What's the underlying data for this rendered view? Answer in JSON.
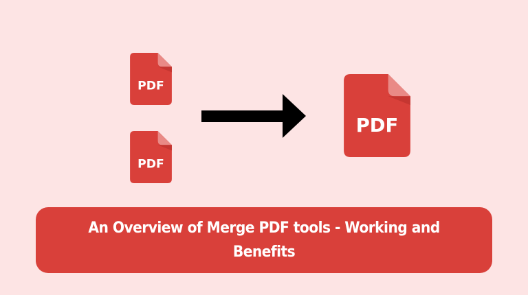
{
  "colors": {
    "background": "#fde4e4",
    "icon_red": "#d9403a",
    "fold_light": "#e98a86",
    "fold_shadow": "#c53631",
    "arrow": "#000000",
    "banner": "#d9403a",
    "text": "#ffffff"
  },
  "icons": {
    "source_1": {
      "label": "PDF"
    },
    "source_2": {
      "label": "PDF"
    },
    "result": {
      "label": "PDF"
    }
  },
  "arrow": {
    "icon": "right-arrow"
  },
  "banner": {
    "title": "An Overview of Merge PDF tools - Working and Benefits"
  }
}
